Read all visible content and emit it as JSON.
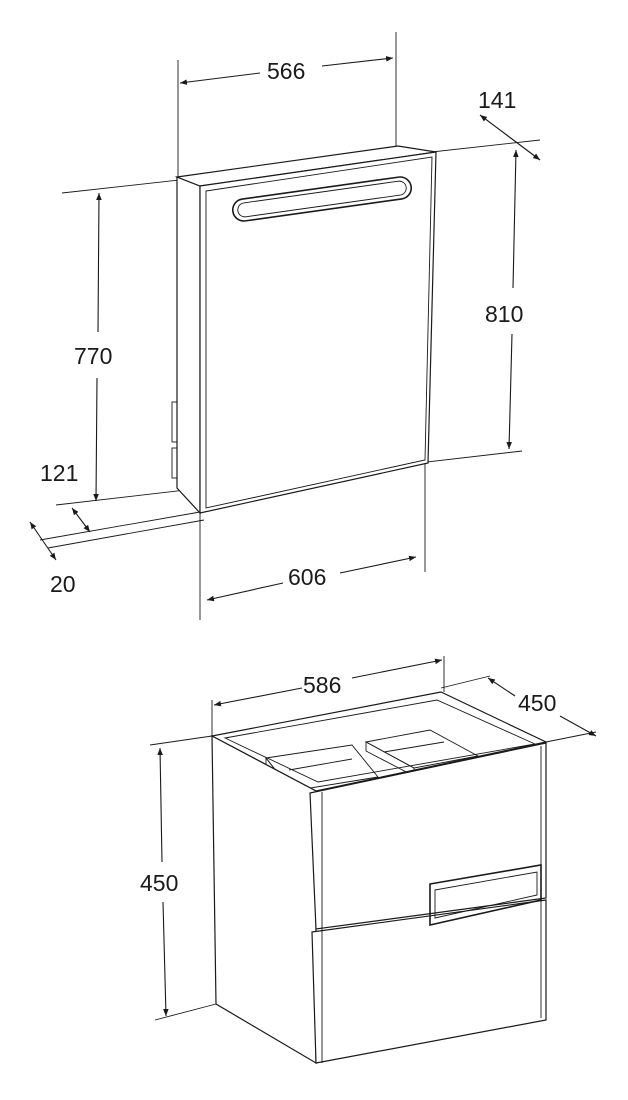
{
  "mirror_cabinet": {
    "dimensions": {
      "top_width": "566",
      "depth": "141",
      "total_height": "810",
      "door_height": "770",
      "bottom_offset": "121",
      "base_offset": "20",
      "front_width": "606"
    }
  },
  "vanity_unit": {
    "dimensions": {
      "width": "586",
      "depth": "450",
      "height": "450"
    }
  }
}
